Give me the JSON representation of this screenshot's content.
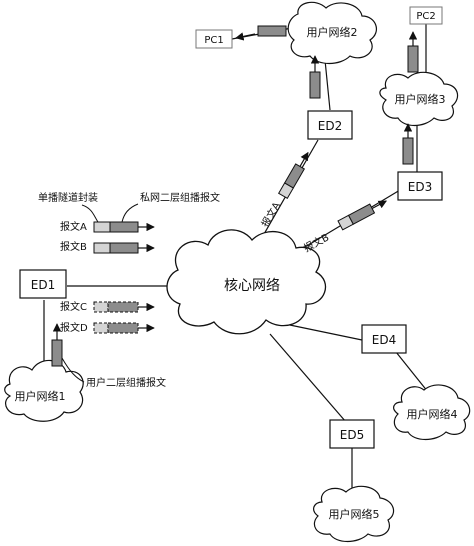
{
  "core": {
    "label": "核心网络"
  },
  "devices": {
    "ed1": "ED1",
    "ed2": "ED2",
    "ed3": "ED3",
    "ed4": "ED4",
    "ed5": "ED5"
  },
  "pcs": {
    "pc1": "PC1",
    "pc2": "PC2"
  },
  "networks": {
    "n1": "用户网络1",
    "n2": "用户网络2",
    "n3": "用户网络3",
    "n4": "用户网络4",
    "n5": "用户网络5"
  },
  "legend": {
    "unicast_tunnel": "单播隧道封装",
    "private_l2_mcast": "私网二层组播报文",
    "msg_a": "报文A",
    "msg_b": "报文B",
    "msg_c": "报文C",
    "msg_d": "报文D",
    "user_l2_mcast": "用户二层组播报文"
  },
  "link_labels": {
    "a": "报文A",
    "b": "报文B"
  },
  "colors": {
    "packet_dark": "#8c8c8c",
    "packet_light": "#d4d4d4",
    "line": "#111111"
  }
}
